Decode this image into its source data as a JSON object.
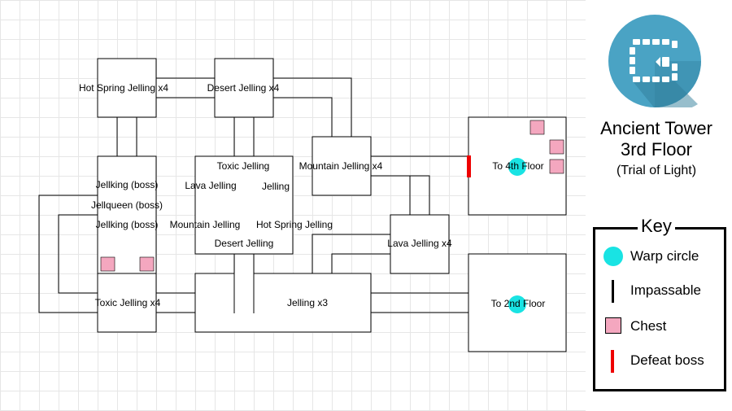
{
  "title": {
    "line1": "Ancient Tower",
    "line2": "3rd Floor",
    "line3": "(Trial of Light)"
  },
  "rooms": {
    "hot_spring": "Hot Spring Jelling x4",
    "desert": "Desert Jelling x4",
    "mountain": "Mountain Jelling x4",
    "to_4th": "To 4th Floor",
    "boss_room": {
      "line1": "Jellking (boss)",
      "line2": "Jellqueen (boss)",
      "line3": "Jellking (boss)"
    },
    "center": {
      "toxic": "Toxic Jelling",
      "lava": "Lava Jelling",
      "jelling": "Jelling",
      "mountain": "Mountain Jelling",
      "hot_spring": "Hot Spring Jelling",
      "desert": "Desert Jelling"
    },
    "lava": "Lava Jelling x4",
    "toxic": "Toxic Jelling x4",
    "jelling": "Jelling x3",
    "to_2nd": "To 2nd Floor"
  },
  "key": {
    "title": "Key",
    "items": [
      {
        "symbol": "warp-circle",
        "label": "Warp circle"
      },
      {
        "symbol": "impassable-wall",
        "label": "Impassable"
      },
      {
        "symbol": "chest",
        "label": "Chest"
      },
      {
        "symbol": "boss-wall",
        "label": "Defeat boss"
      }
    ]
  },
  "colors": {
    "warp": "#19e3e3",
    "chest": "#f4a7bf",
    "boss_wall": "#ee0000",
    "logo": "#4aa3c4"
  },
  "icons": {
    "logo": "dungeon-gate-icon"
  }
}
